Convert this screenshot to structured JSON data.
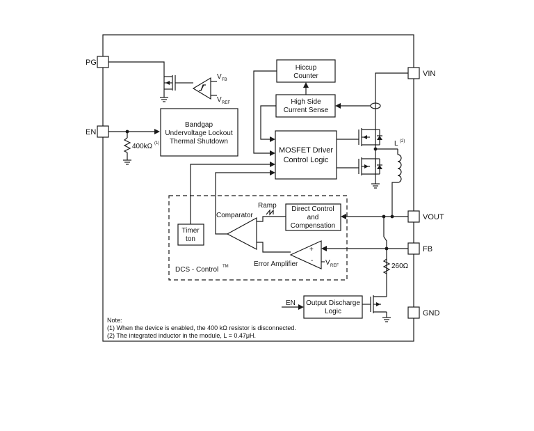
{
  "pins": {
    "pg": "PG",
    "en": "EN",
    "vin": "VIN",
    "vout": "VOUT",
    "fb": "FB",
    "gnd": "GND"
  },
  "blocks": {
    "bandgap": [
      "Bandgap",
      "Undervoltage Lockout",
      "Thermal Shutdown"
    ],
    "hiccup": [
      "Hiccup",
      "Counter"
    ],
    "high_side": [
      "High Side",
      "Current Sense"
    ],
    "mosfet_driver": [
      "MOSFET Driver",
      "Control Logic"
    ],
    "direct_control": [
      "Direct Control",
      "and",
      "Compensation"
    ],
    "timer": [
      "Timer",
      "ton"
    ],
    "output_discharge": [
      "Output Discharge",
      "Logic"
    ]
  },
  "labels": {
    "en_resistor": "400kΩ",
    "en_resistor_note": "(1)",
    "fb_resistor": "260Ω",
    "inductor": "L",
    "inductor_note": "(2)",
    "vfb_main": "V",
    "vfb_sub": "FB",
    "vref_main": "V",
    "vref_sub": "REF",
    "comparator": "Comparator",
    "ramp": "Ramp",
    "error_amplifier": "Error Amplifier",
    "dcs_control": "DCS - Control",
    "dcs_tm": "TM",
    "discharge_en": "EN",
    "plus": "+",
    "minus": "-"
  },
  "notes": [
    "Note:",
    "(1) When the device is enabled, the 400 kΩ resistor is disconnected.",
    "(2) The integrated inductor in the module, L = 0.47μH."
  ]
}
